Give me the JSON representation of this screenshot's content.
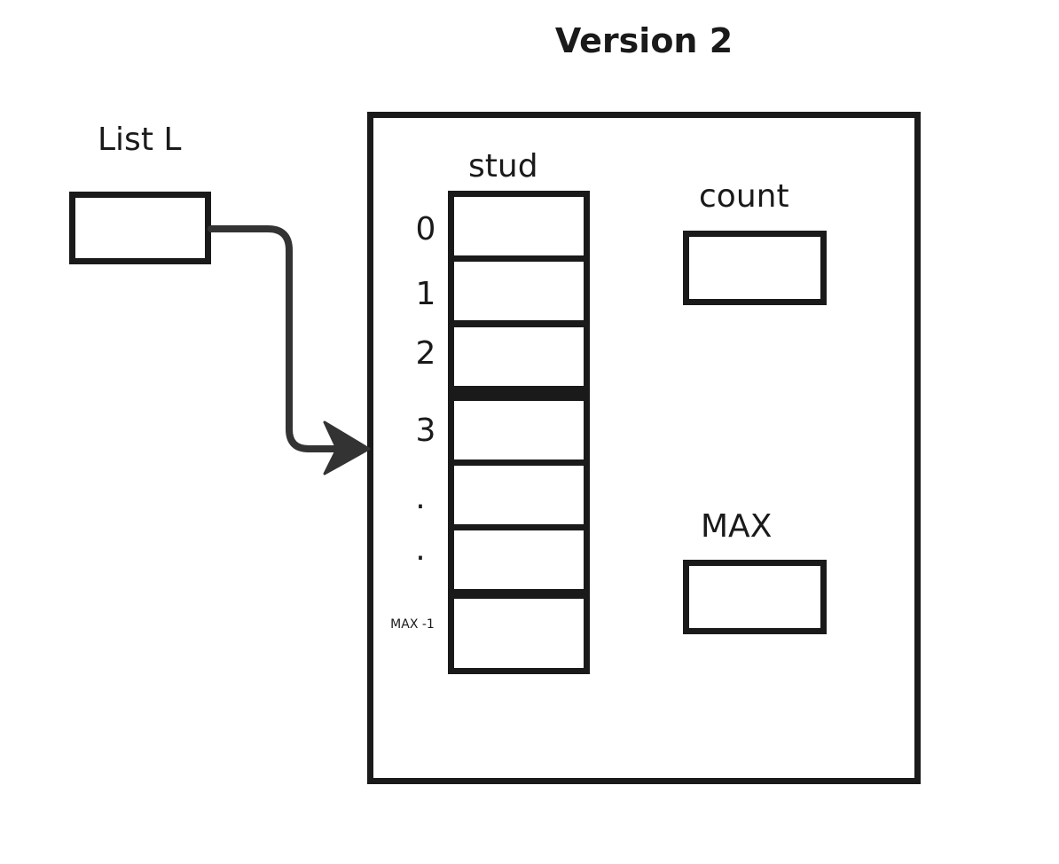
{
  "title": "Version 2",
  "list_label": "List L",
  "stud_label": "stud",
  "count_label": "count",
  "max_label": "MAX",
  "indices": [
    "0",
    "1",
    "2",
    "3",
    ".",
    ".",
    "MAX -1"
  ]
}
